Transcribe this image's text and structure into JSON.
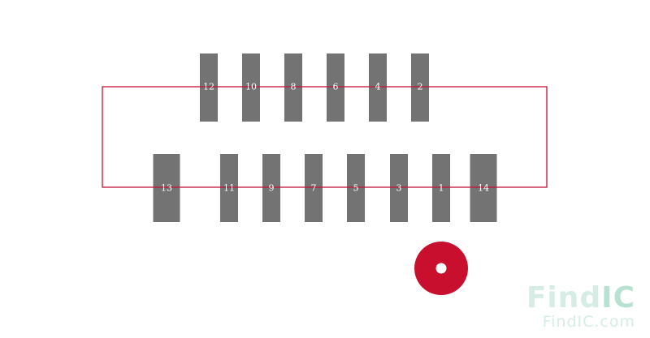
{
  "footprint": {
    "top_row": [
      "12",
      "10",
      "8",
      "6",
      "4",
      "2"
    ],
    "bottom_row": [
      "13",
      "11",
      "9",
      "7",
      "5",
      "3",
      "1",
      "14"
    ]
  },
  "watermark": {
    "logo_find": "Find",
    "logo_ic": "IC",
    "url": "FindIC.com"
  },
  "colors": {
    "pad": "#737373",
    "outline": "#c4143c",
    "pin1_marker": "#c8102e",
    "watermark_find": "#d6ede6",
    "watermark_ic": "#b7e2d2",
    "watermark_url": "#d6ede6"
  }
}
